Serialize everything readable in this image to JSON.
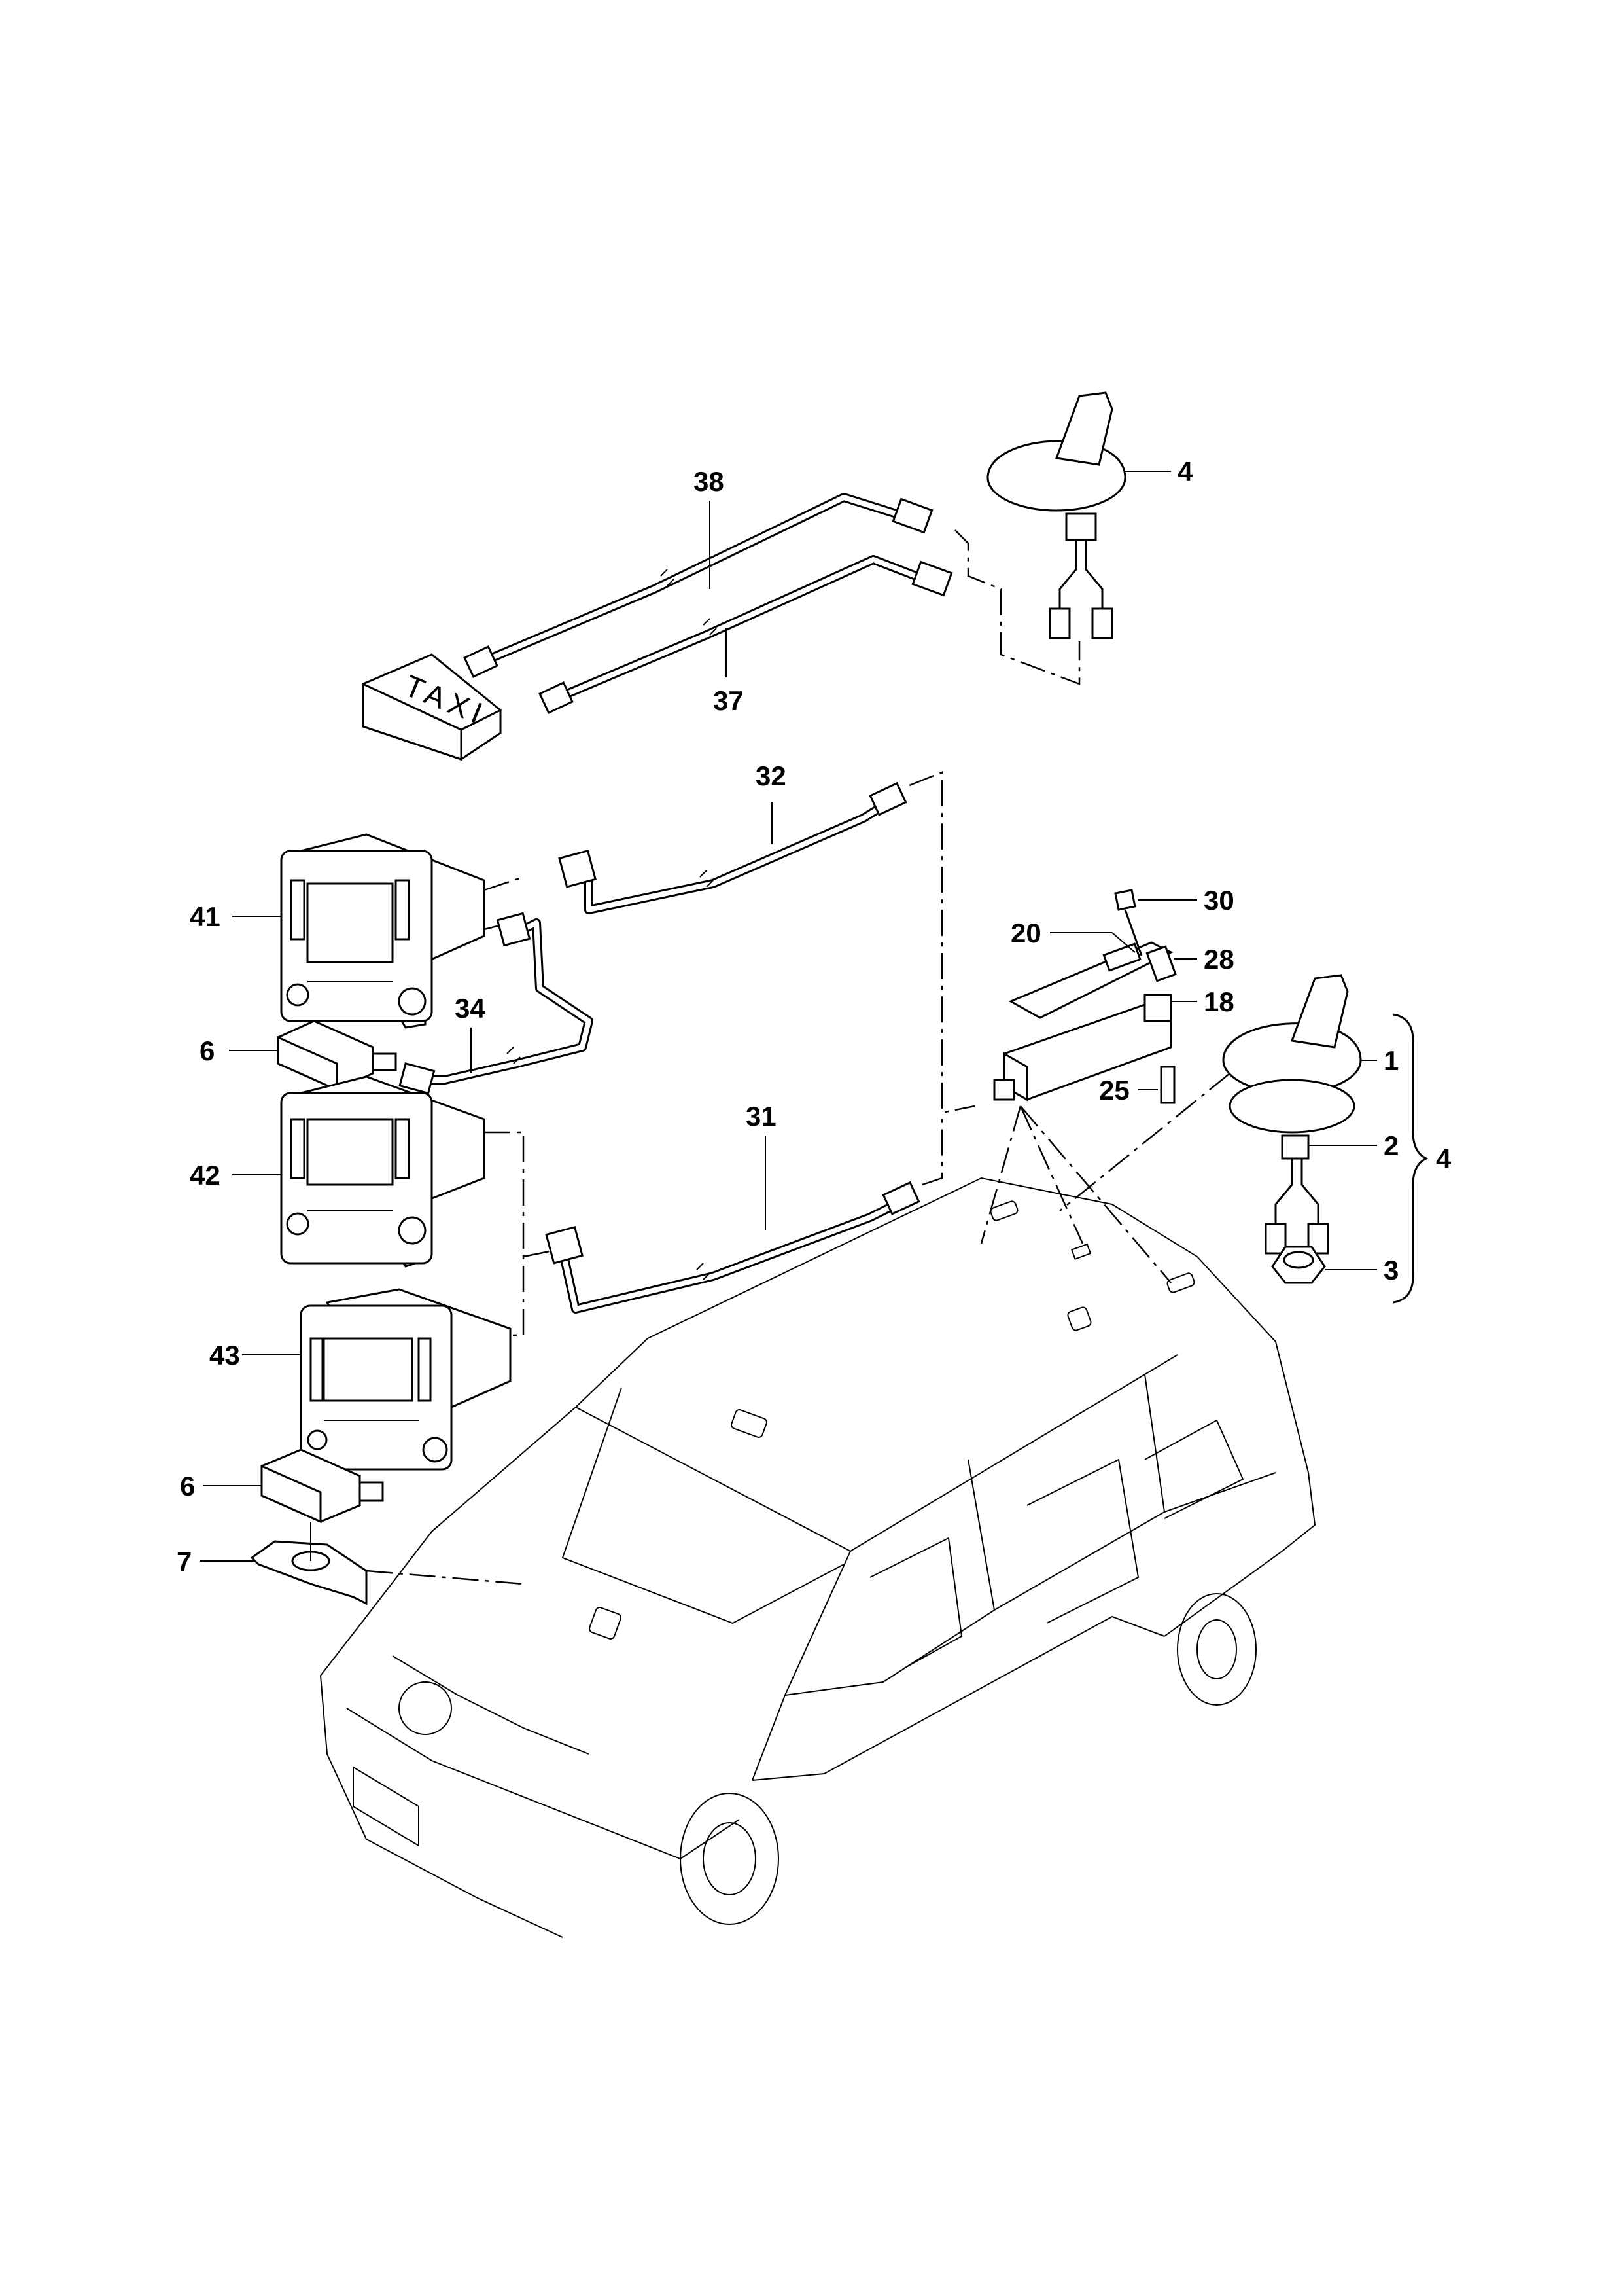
{
  "callouts": {
    "c1": "1",
    "c2": "2",
    "c3": "3",
    "c4a": "4",
    "c4b": "4",
    "c6a": "6",
    "c6b": "6",
    "c7": "7",
    "c18": "18",
    "c20": "20",
    "c25": "25",
    "c28": "28",
    "c30": "30",
    "c31": "31",
    "c32": "32",
    "c34": "34",
    "c37": "37",
    "c38": "38",
    "c41": "41",
    "c42": "42",
    "c43": "43"
  },
  "taxi_sign": "TAXI"
}
